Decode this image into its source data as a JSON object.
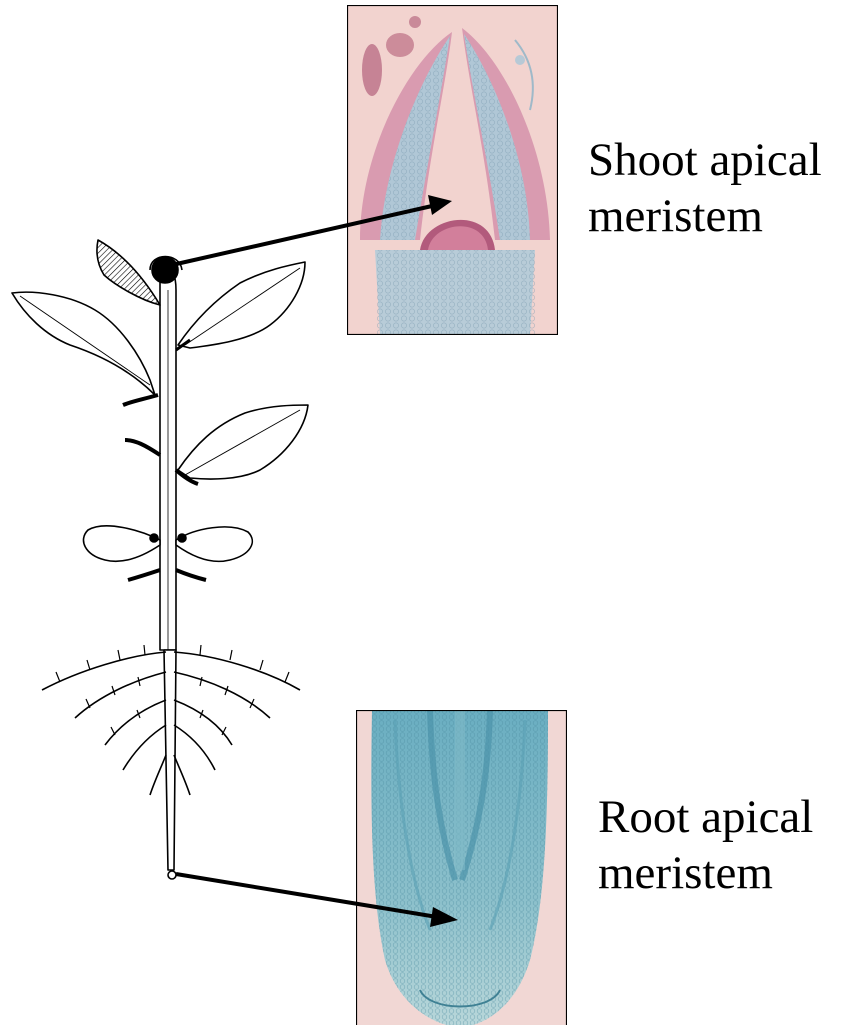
{
  "labels": {
    "shoot": {
      "line1": "Shoot apical",
      "line2": "meristem"
    },
    "root": {
      "line1": "Root apical",
      "line2": "meristem"
    }
  },
  "colors": {
    "shoot_stain_dark": "#b25a7c",
    "shoot_stain_light": "#e6b9c6",
    "shoot_tissue_blue": "#a9c4d4",
    "shoot_background": "#f2d3cf",
    "root_stain_blue": "#5fa7bb",
    "root_stain_light": "#a7cfd6",
    "root_background": "#f1d7d4",
    "line_art": "#000000"
  },
  "icons": {
    "plant": "plant-line-drawing",
    "shoot_micrograph": "shoot-apex-micrograph",
    "root_micrograph": "root-tip-micrograph"
  }
}
